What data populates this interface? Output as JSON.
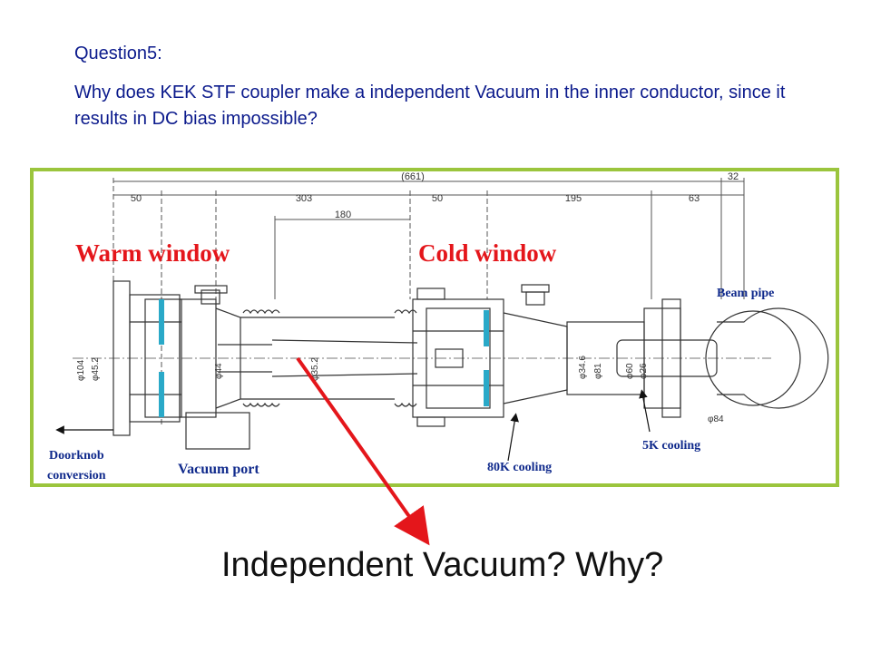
{
  "question": {
    "title": "Question5:",
    "body": "Why does KEK STF coupler make a independent Vacuum in the inner conductor, since it results in DC bias impossible?"
  },
  "labels": {
    "warm_window": "Warm window",
    "cold_window": "Cold window",
    "beam_pipe": "Beam pipe",
    "doorknob": "Doorknob",
    "conversion": "conversion",
    "vacuum_port": "Vacuum port",
    "cooling_80k": "80K cooling",
    "cooling_5k": "5K cooling"
  },
  "dimensions": {
    "total": "(661)",
    "d32": "32",
    "d50a": "50",
    "d303": "303",
    "d50b": "50",
    "d195": "195",
    "d63": "63",
    "d180": "180",
    "phi104": "φ104",
    "phi45_2": "φ45.2",
    "phi44": "φ44",
    "phi35_2": "φ35.2",
    "phi34_6": "φ34.6",
    "phi81": "φ81",
    "phi60": "φ60",
    "phi26": "φ26",
    "phi84": "φ84"
  },
  "bottom_question": "Independent Vacuum? Why?",
  "colors": {
    "text_blue": "#0b1a8c",
    "frame_green": "#9bc53d",
    "label_red": "#e4161b",
    "window_cyan": "#2aa9c8",
    "arrow_red": "#e4161b"
  }
}
